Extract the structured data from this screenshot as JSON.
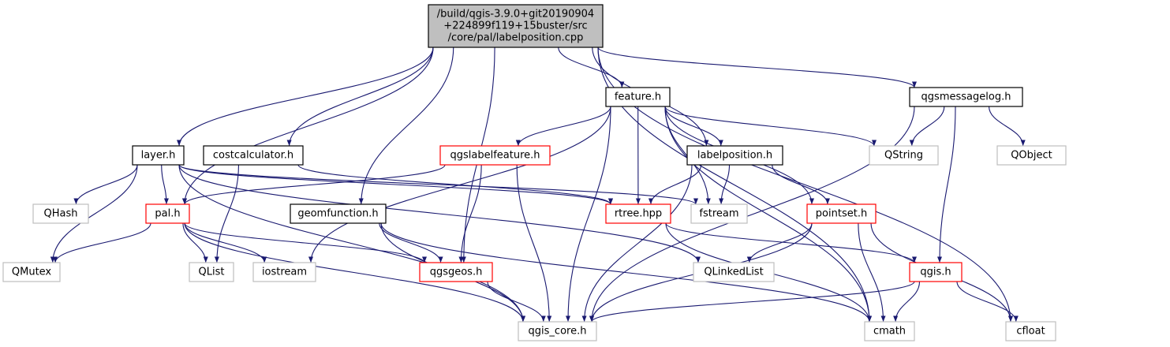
{
  "colors": {
    "edge": "#191970",
    "root_fill": "#bfbfbf",
    "border_internal": "#000000",
    "border_truncated": "#ff0000",
    "border_external": "#bfbfbf",
    "text": "#000000"
  },
  "nodes": {
    "root": {
      "lines": [
        "/build/qgis-3.9.0+git20190904",
        "+224899f119+15buster/src",
        "/core/pal/labelposition.cpp"
      ],
      "style": "root"
    },
    "feature": {
      "lines": [
        "feature.h"
      ],
      "style": "internal"
    },
    "qgsmessagelog": {
      "lines": [
        "qgsmessagelog.h"
      ],
      "style": "internal"
    },
    "layer": {
      "lines": [
        "layer.h"
      ],
      "style": "internal"
    },
    "costcalculator": {
      "lines": [
        "costcalculator.h"
      ],
      "style": "internal"
    },
    "qgslabelfeature": {
      "lines": [
        "qgslabelfeature.h"
      ],
      "style": "truncated"
    },
    "labelposition": {
      "lines": [
        "labelposition.h"
      ],
      "style": "internal"
    },
    "qstring": {
      "lines": [
        "QString"
      ],
      "style": "external"
    },
    "qobject": {
      "lines": [
        "QObject"
      ],
      "style": "external"
    },
    "qhash": {
      "lines": [
        "QHash"
      ],
      "style": "external"
    },
    "pal": {
      "lines": [
        "pal.h"
      ],
      "style": "truncated"
    },
    "geomfunction": {
      "lines": [
        "geomfunction.h"
      ],
      "style": "internal"
    },
    "rtree": {
      "lines": [
        "rtree.hpp"
      ],
      "style": "truncated"
    },
    "fstream": {
      "lines": [
        "fstream"
      ],
      "style": "external"
    },
    "pointset": {
      "lines": [
        "pointset.h"
      ],
      "style": "truncated"
    },
    "qmutex": {
      "lines": [
        "QMutex"
      ],
      "style": "external"
    },
    "qlist": {
      "lines": [
        "QList"
      ],
      "style": "external"
    },
    "iostream": {
      "lines": [
        "iostream"
      ],
      "style": "external"
    },
    "qgsgeos": {
      "lines": [
        "qgsgeos.h"
      ],
      "style": "truncated"
    },
    "qlinkedlist": {
      "lines": [
        "QLinkedList"
      ],
      "style": "external"
    },
    "qgis": {
      "lines": [
        "qgis.h"
      ],
      "style": "truncated"
    },
    "qgis_core": {
      "lines": [
        "qgis_core.h"
      ],
      "style": "external"
    },
    "cmath": {
      "lines": [
        "cmath"
      ],
      "style": "external"
    },
    "cfloat": {
      "lines": [
        "cfloat"
      ],
      "style": "external"
    }
  },
  "edges": [
    [
      "root",
      "feature"
    ],
    [
      "root",
      "qgsmessagelog"
    ],
    [
      "root",
      "layer"
    ],
    [
      "root",
      "costcalculator"
    ],
    [
      "root",
      "pal"
    ],
    [
      "root",
      "geomfunction"
    ],
    [
      "root",
      "qgsgeos"
    ],
    [
      "root",
      "labelposition"
    ],
    [
      "root",
      "cmath"
    ],
    [
      "root",
      "cfloat"
    ],
    [
      "feature",
      "qgslabelfeature"
    ],
    [
      "feature",
      "labelposition"
    ],
    [
      "feature",
      "qstring"
    ],
    [
      "feature",
      "iostream"
    ],
    [
      "feature",
      "rtree"
    ],
    [
      "feature",
      "fstream"
    ],
    [
      "feature",
      "pointset"
    ],
    [
      "feature",
      "qgis_core"
    ],
    [
      "feature",
      "cmath"
    ],
    [
      "qgsmessagelog",
      "qstring"
    ],
    [
      "qgsmessagelog",
      "qobject"
    ],
    [
      "qgsmessagelog",
      "qgis"
    ],
    [
      "qgsmessagelog",
      "qgis_core"
    ],
    [
      "layer",
      "qhash"
    ],
    [
      "layer",
      "pal"
    ],
    [
      "layer",
      "qmutex"
    ],
    [
      "layer",
      "rtree"
    ],
    [
      "layer",
      "fstream"
    ],
    [
      "layer",
      "qlinkedlist"
    ],
    [
      "layer",
      "qgis_core"
    ],
    [
      "costcalculator",
      "qlist"
    ],
    [
      "costcalculator",
      "rtree"
    ],
    [
      "qgslabelfeature",
      "pal"
    ],
    [
      "qgslabelfeature",
      "qgsgeos"
    ],
    [
      "qgslabelfeature",
      "qgis_core"
    ],
    [
      "labelposition",
      "rtree"
    ],
    [
      "labelposition",
      "fstream"
    ],
    [
      "labelposition",
      "pointset"
    ],
    [
      "labelposition",
      "qgis_core"
    ],
    [
      "pal",
      "qmutex"
    ],
    [
      "pal",
      "qlist"
    ],
    [
      "pal",
      "iostream"
    ],
    [
      "pal",
      "qgsgeos"
    ],
    [
      "pal",
      "qgis_core"
    ],
    [
      "geomfunction",
      "qgsgeos"
    ],
    [
      "geomfunction",
      "qgis_core"
    ],
    [
      "geomfunction",
      "cmath"
    ],
    [
      "rtree",
      "qgis"
    ],
    [
      "rtree",
      "cmath"
    ],
    [
      "pointset",
      "qlinkedlist"
    ],
    [
      "pointset",
      "qgis_core"
    ],
    [
      "pointset",
      "cmath"
    ],
    [
      "pointset",
      "cfloat"
    ],
    [
      "qgsgeos",
      "qgis_core"
    ],
    [
      "qgis",
      "qgis_core"
    ],
    [
      "qgis",
      "cmath"
    ],
    [
      "qgis",
      "cfloat"
    ]
  ]
}
